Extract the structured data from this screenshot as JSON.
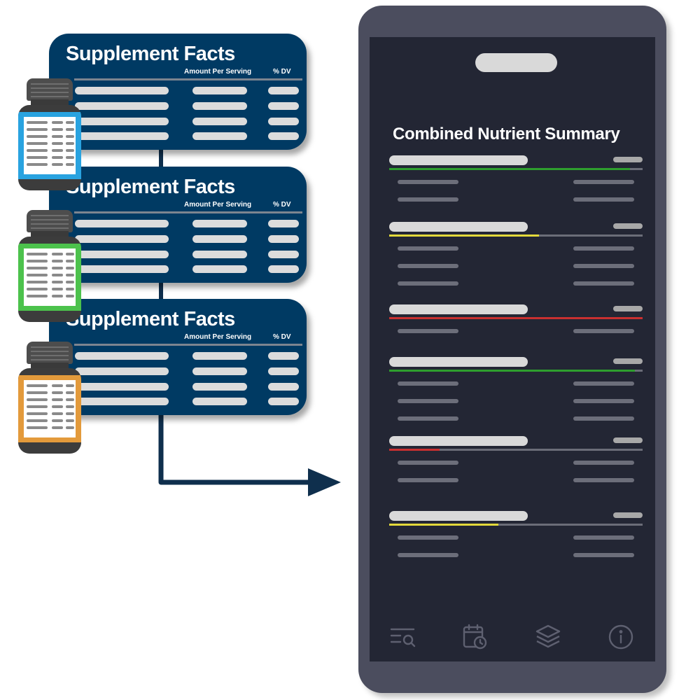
{
  "cards": [
    {
      "title": "Supplement Facts",
      "amount_header": "Amount Per Serving",
      "dv_header": "% DV"
    },
    {
      "title": "Supplement Facts",
      "amount_header": "Amount Per Serving",
      "dv_header": "% DV"
    },
    {
      "title": "Supplement Facts",
      "amount_header": "Amount Per Serving",
      "dv_header": "% DV"
    }
  ],
  "bottles": [
    {
      "label_color": "#29a3e0"
    },
    {
      "label_color": "#4cc24c"
    },
    {
      "label_color": "#e39a3b"
    }
  ],
  "phone": {
    "summary_title": "Combined Nutrient Summary",
    "nutrient_groups": [
      {
        "level": 0.95,
        "status_color": "#2e9e2e",
        "sub_rows": 2
      },
      {
        "level": 0.59,
        "status_color": "#e3d93b",
        "sub_rows": 3
      },
      {
        "level": 1.0,
        "status_color": "#c93030",
        "sub_rows": 1
      },
      {
        "level": 0.97,
        "status_color": "#2e9e2e",
        "sub_rows": 3
      },
      {
        "level": 0.2,
        "status_color": "#c93030",
        "sub_rows": 2
      },
      {
        "level": 0.43,
        "status_color": "#e3d93b",
        "sub_rows": 2
      }
    ],
    "nav": [
      "search-list-icon",
      "calendar-clock-icon",
      "layers-icon",
      "info-icon"
    ]
  },
  "colors": {
    "card_bg": "#003a63",
    "phone_body": "#4b4d5e",
    "screen_bg": "#232634",
    "arrow": "#0f2f4d"
  }
}
